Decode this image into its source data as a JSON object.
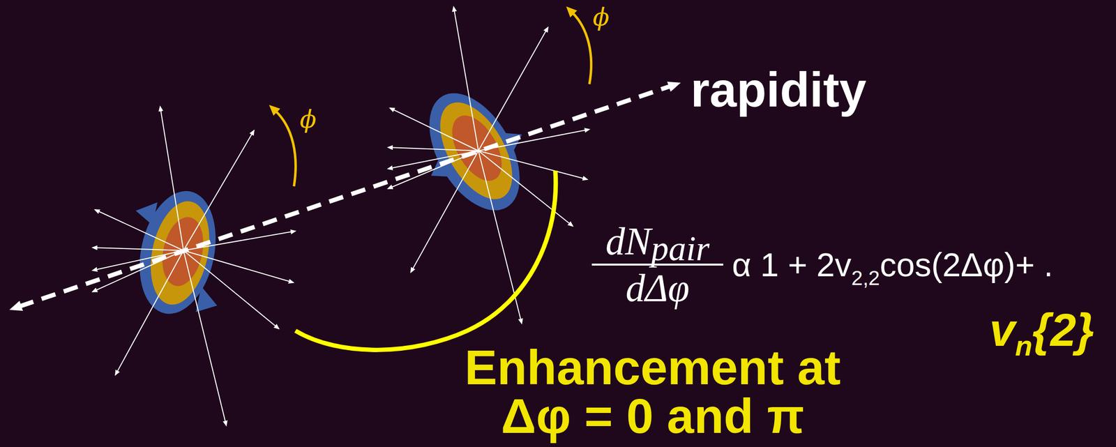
{
  "diagram": {
    "labels": [
      "ϕ",
      "ϕ",
      "rapidity",
      "dN",
      "pair",
      "dΔφ",
      "α 1 + 2v",
      "2,2",
      "cos(2Δφ)+ .",
      "v",
      "n",
      "{2}",
      "Enhancement at Δφ = 0 and π"
    ]
  }
}
